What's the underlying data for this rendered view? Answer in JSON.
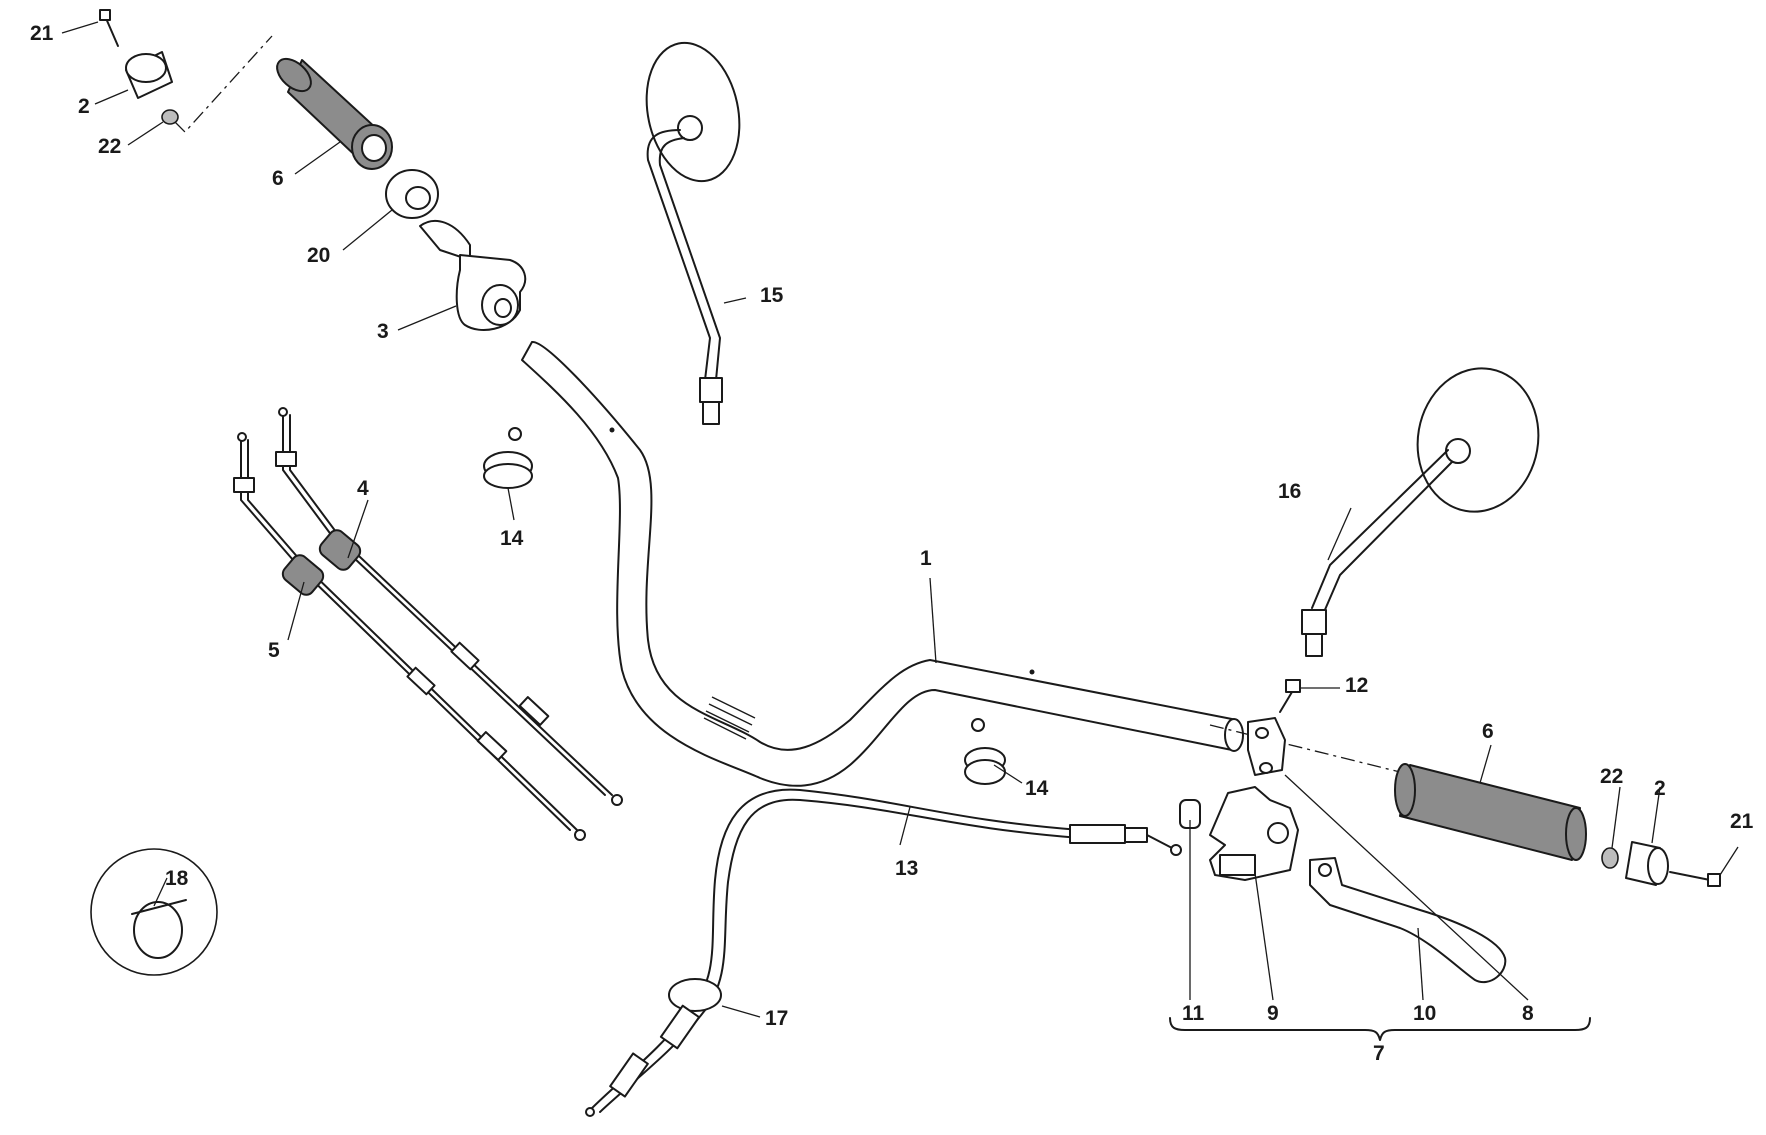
{
  "figure": {
    "part_labels": {
      "p1": "1",
      "p2a": "2",
      "p2b": "2",
      "p3": "3",
      "p4": "4",
      "p5": "5",
      "p6a": "6",
      "p6b": "6",
      "p7": "7",
      "p8": "8",
      "p9": "9",
      "p10": "10",
      "p11": "11",
      "p12": "12",
      "p13": "13",
      "p14a": "14",
      "p14b": "14",
      "p15": "15",
      "p16": "16",
      "p17": "17",
      "p18": "18",
      "p20": "20",
      "p21a": "21",
      "p21b": "21",
      "p22a": "22",
      "p22b": "22"
    },
    "colors": {
      "line": "#1a1a1a",
      "grip_fill": "#8c8c8c",
      "background": "#ffffff"
    }
  }
}
